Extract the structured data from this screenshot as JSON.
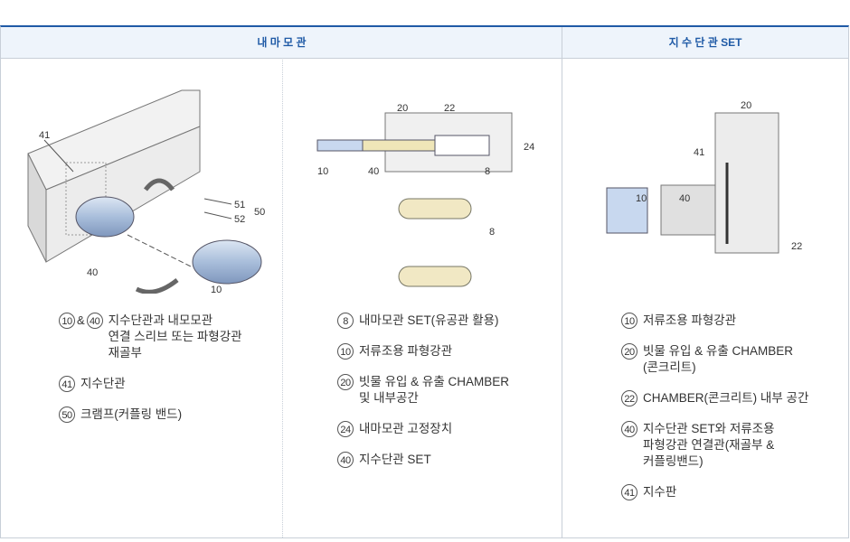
{
  "headers": {
    "col1": "내 마 모 관",
    "col2": "지 수 단 관 SET"
  },
  "diagram1": {
    "labels": [
      "41",
      "51",
      "52",
      "50",
      "40",
      "10"
    ]
  },
  "diagram2": {
    "labels": [
      "20",
      "22",
      "24",
      "10",
      "40",
      "8",
      "8"
    ]
  },
  "diagram3": {
    "labels": [
      "20",
      "41",
      "10",
      "40",
      "22"
    ]
  },
  "legend1": [
    {
      "nums": [
        "10",
        "40"
      ],
      "joiner": "&",
      "text": "지수단관과 내모모관\n연결 스리브 또는 파형강관\n재골부"
    },
    {
      "nums": [
        "41"
      ],
      "text": "지수단관"
    },
    {
      "nums": [
        "50"
      ],
      "text": "크램프(커플링 밴드)"
    }
  ],
  "legend2": [
    {
      "nums": [
        "8"
      ],
      "text": "내마모관 SET(유공관 활용)"
    },
    {
      "nums": [
        "10"
      ],
      "text": "저류조용 파형강관"
    },
    {
      "nums": [
        "20"
      ],
      "text": "빗물 유입 & 유출 CHAMBER\n및 내부공간"
    },
    {
      "nums": [
        "24"
      ],
      "text": "내마모관 고정장치"
    },
    {
      "nums": [
        "40"
      ],
      "text": "지수단관 SET"
    }
  ],
  "legend3": [
    {
      "nums": [
        "10"
      ],
      "text": "저류조용 파형강관"
    },
    {
      "nums": [
        "20"
      ],
      "text": "빗물 유입 & 유출 CHAMBER\n(콘크리트)"
    },
    {
      "nums": [
        "22"
      ],
      "text": "CHAMBER(콘크리트) 내부 공간"
    },
    {
      "nums": [
        "40"
      ],
      "text": "지수단관 SET와 저류조용\n파형강관 연결관(재골부 &\n커플링밴드)"
    },
    {
      "nums": [
        "41"
      ],
      "text": "지수판"
    }
  ]
}
